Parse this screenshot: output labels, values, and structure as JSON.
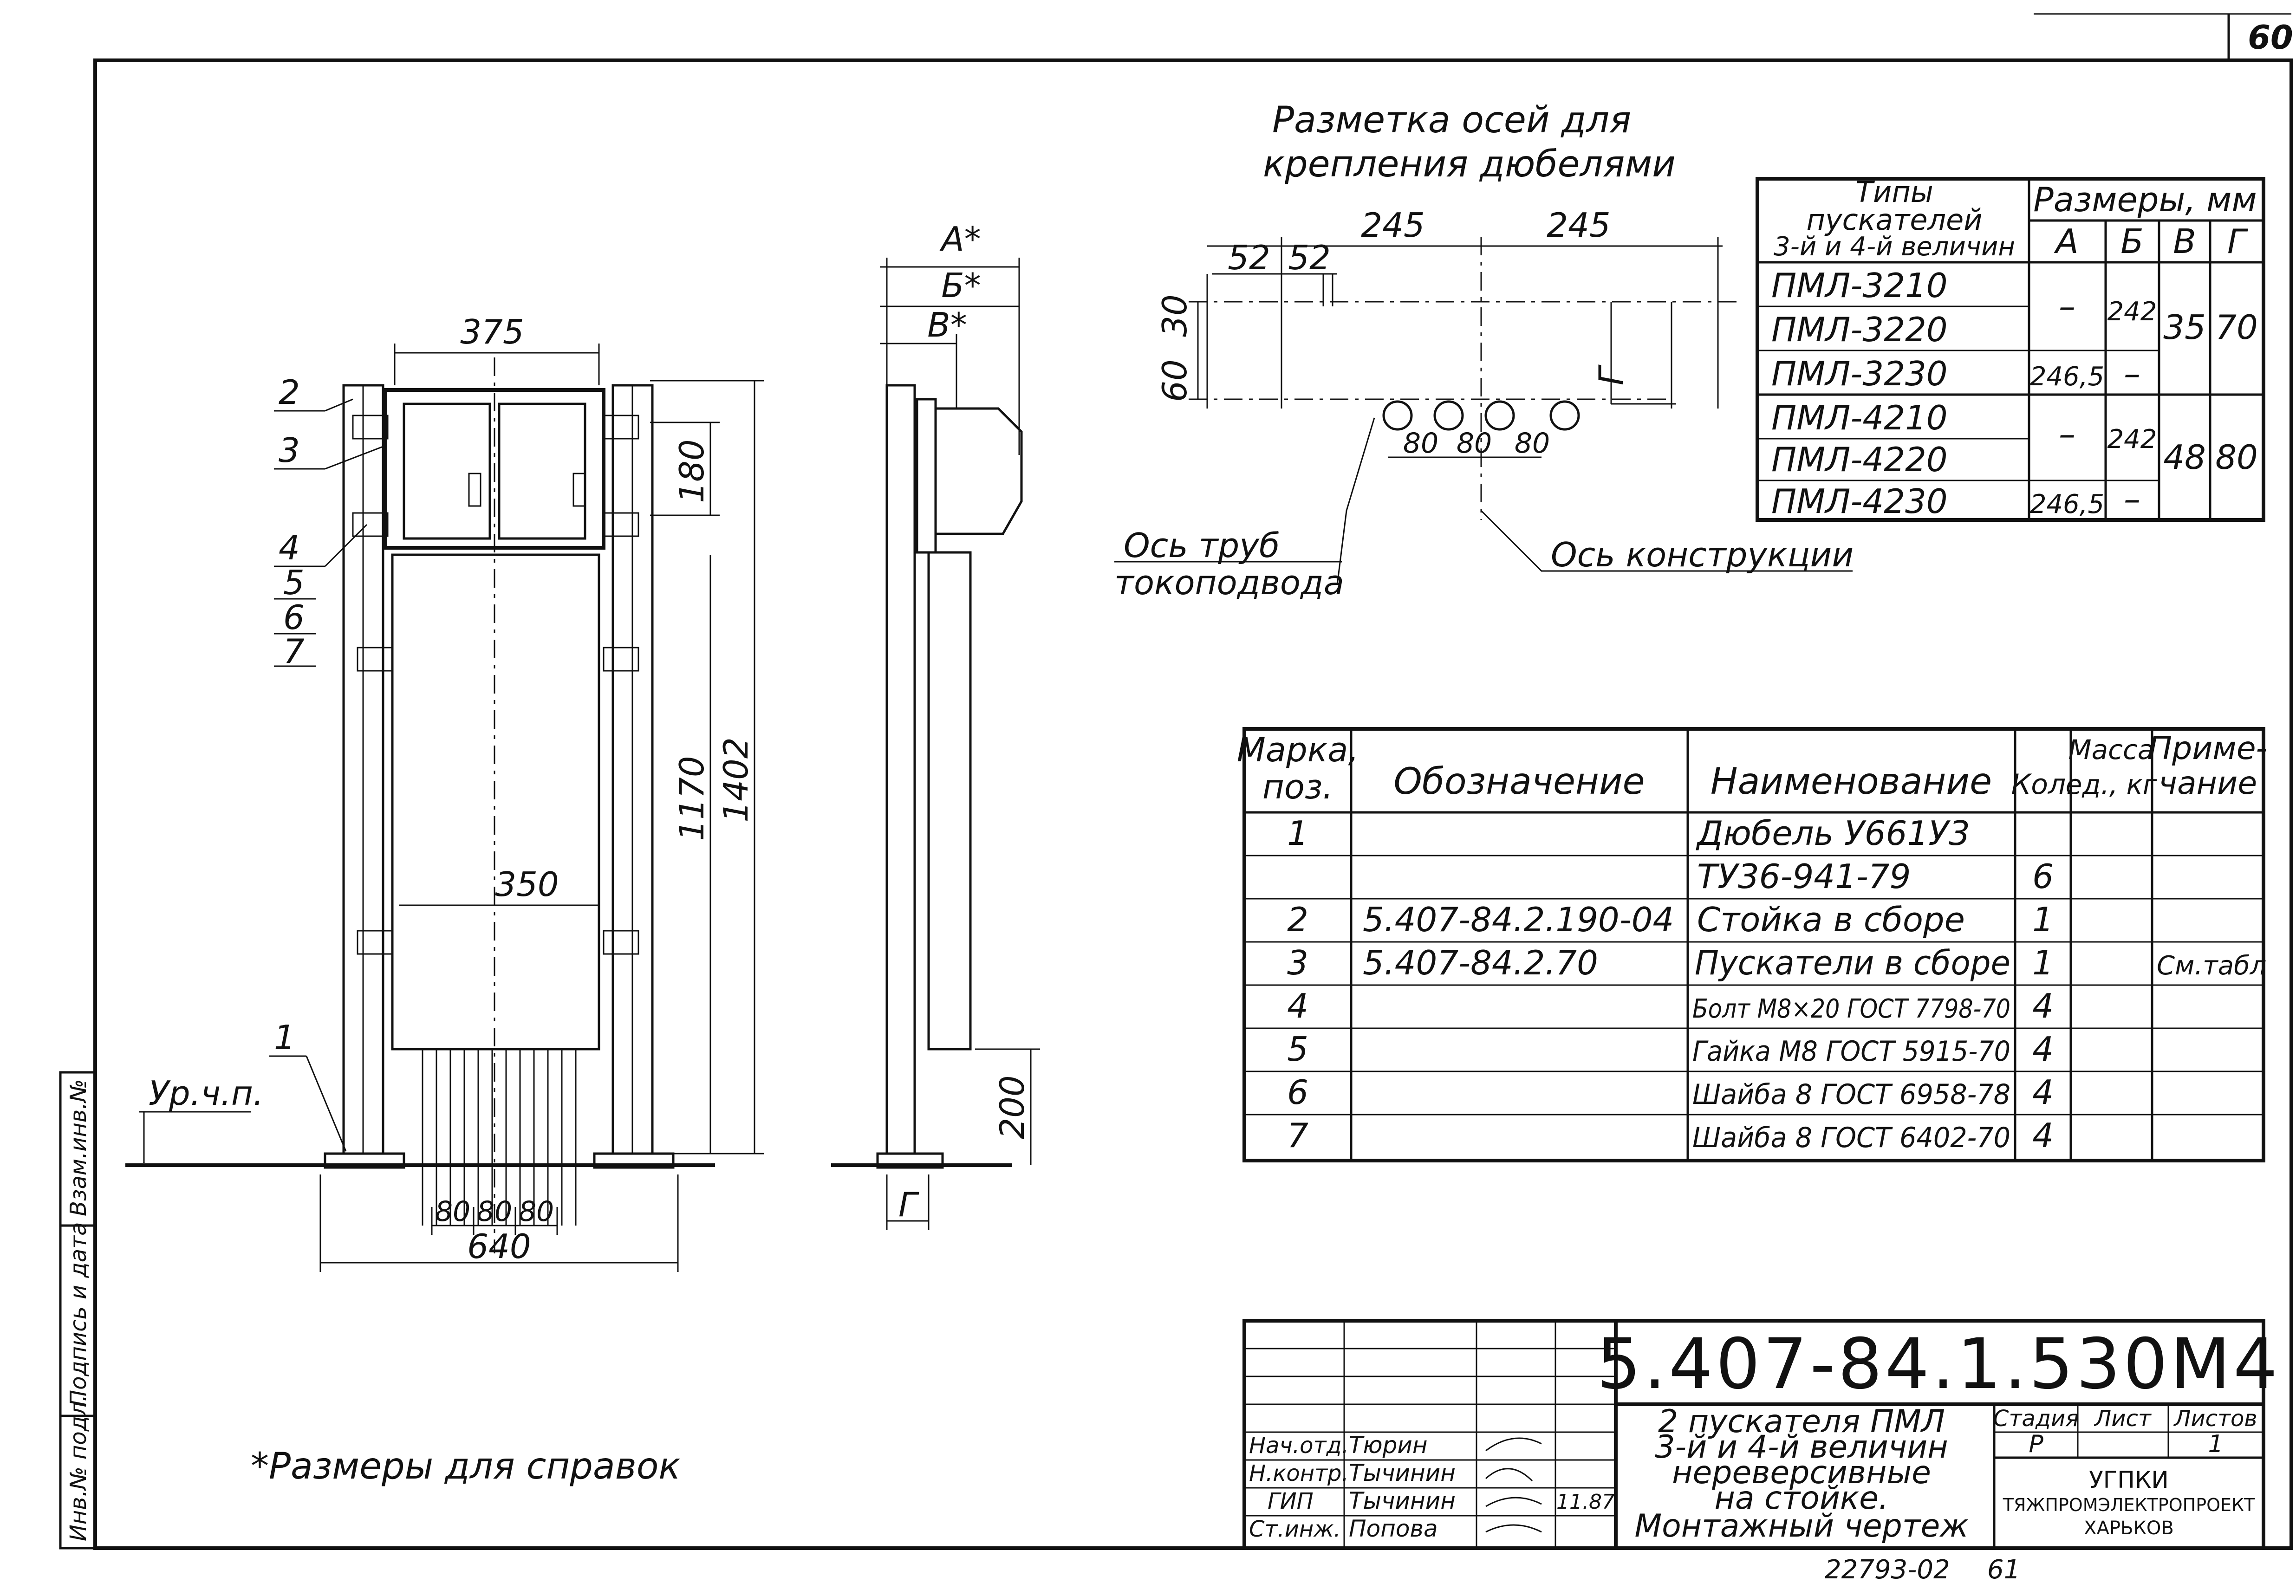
{
  "sheet": {
    "number": "60",
    "bottom_code": "22793-02",
    "bottom_page": "61"
  },
  "dowel_section": {
    "title_line1": "Разметка осей для",
    "title_line2": "крепления дюбелями",
    "pipe_axis_label_line1": "Ось труб",
    "pipe_axis_label_line2": "токоподвода",
    "construction_axis_label": "Ось конструкции"
  },
  "dimensions": {
    "front_width_top": "375",
    "front_height_top": "180",
    "front_height_1": "1170",
    "front_height_2": "1402",
    "inner_width": "350",
    "spacing_a": "80",
    "spacing_b": "80",
    "spacing_c": "80",
    "base_width": "640",
    "side_top_a": "А*",
    "side_top_b": "Б*",
    "side_top_c": "В*",
    "side_bottom": "200",
    "side_g": "Г",
    "dowel_245_a": "245",
    "dowel_245_b": "245",
    "dowel_52_a": "52",
    "dowel_52_b": "52",
    "dowel_30": "30",
    "dowel_60": "60",
    "dowel_80_a": "80",
    "dowel_80_b": "80",
    "dowel_80_c": "80",
    "dowel_g": "Г"
  },
  "position_labels": [
    "2",
    "3",
    "4",
    "5",
    "6",
    "7",
    "1"
  ],
  "floor_label": "Ур.ч.п.",
  "footnote": "*Размеры для справок",
  "types_table": {
    "header_types_line1": "Типы",
    "header_types_line2": "пускателей",
    "header_types_line3": "3-й и 4-й величин",
    "header_sizes": "Размеры, мм",
    "col_a": "А",
    "col_b": "Б",
    "col_v": "В",
    "col_g": "Г",
    "rows": [
      {
        "type": "ПМЛ-3210"
      },
      {
        "type": "ПМЛ-3220"
      },
      {
        "type": "ПМЛ-3230"
      },
      {
        "type": "ПМЛ-4210"
      },
      {
        "type": "ПМЛ-4220"
      },
      {
        "type": "ПМЛ-4230"
      }
    ],
    "group1": {
      "a_dash": "–",
      "a_val": "246,5",
      "b_val": "242",
      "b_dash": "–",
      "v": "35",
      "g": "70"
    },
    "group2": {
      "a_dash": "–",
      "a_val": "246,5",
      "b_val": "242",
      "b_dash": "–",
      "v": "48",
      "g": "80"
    }
  },
  "spec_table": {
    "headers": {
      "mark_line1": "Марка,",
      "mark_line2": "поз.",
      "designation": "Обозначение",
      "name": "Наименование",
      "qty": "Кол.",
      "mass_line1": "Масса",
      "mass_line2": "ед., кг",
      "note_line1": "Приме-",
      "note_line2": "чание"
    },
    "rows": [
      {
        "mark": "1",
        "designation": "",
        "name": "Дюбель У661У3",
        "qty": "",
        "note": ""
      },
      {
        "mark": "",
        "designation": "",
        "name": "ТУ36-941-79",
        "qty": "6",
        "note": ""
      },
      {
        "mark": "2",
        "designation": "5.407-84.2.190-04",
        "name": "Стойка в сборе",
        "qty": "1",
        "note": ""
      },
      {
        "mark": "3",
        "designation": "5.407-84.2.70",
        "name": "Пускатели в сборе",
        "qty": "1",
        "note": "См.табл"
      },
      {
        "mark": "4",
        "designation": "",
        "name": "Болт М8×20 ГОСТ 7798-70",
        "qty": "4",
        "note": ""
      },
      {
        "mark": "5",
        "designation": "",
        "name": "Гайка М8 ГОСТ 5915-70",
        "qty": "4",
        "note": ""
      },
      {
        "mark": "6",
        "designation": "",
        "name": "Шайба 8 ГОСТ 6958-78",
        "qty": "4",
        "note": ""
      },
      {
        "mark": "7",
        "designation": "",
        "name": "Шайба 8 ГОСТ 6402-70",
        "qty": "4",
        "note": ""
      }
    ]
  },
  "title_block": {
    "doc_code": "5.407-84.1.530М4",
    "description_line1": "2 пускателя ПМЛ",
    "description_line2": "3-й и 4-й величин",
    "description_line3": "нереверсивные",
    "description_line4": "на стойке.",
    "description_line5": "Монтажный чертеж",
    "stage_header": "Стадия",
    "sheet_header": "Лист",
    "sheets_header": "Листов",
    "stage": "Р",
    "sheets": "1",
    "org_line1": "УГПКИ",
    "org_line2": "ТЯЖПРОМЭЛЕКТРОПРОЕКТ",
    "org_line3": "ХАРЬКОВ",
    "date": "11.87",
    "staff": [
      {
        "role": "Нач.отд.",
        "name": "Тюрин"
      },
      {
        "role": "Н.контр.",
        "name": "Тычинин"
      },
      {
        "role": "ГИП",
        "name": "Тычинин"
      },
      {
        "role": "Ст.инж.",
        "name": "Попова"
      }
    ]
  },
  "side_stamp": {
    "inv_original": "Инв.№ подл.",
    "signature_date": "Подпись и дата",
    "replacement_inv": "Взам.инв.№"
  }
}
